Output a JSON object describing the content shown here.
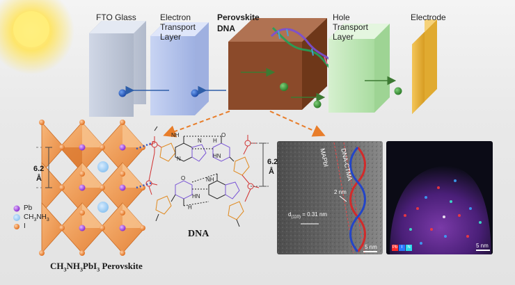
{
  "layers": {
    "fto": "FTO Glass",
    "etl_1": "Electron",
    "etl_2": "Transport",
    "etl_3": "Layer",
    "perov_1": "Perovskite",
    "perov_2": "DNA",
    "htl_1": "Hole",
    "htl_2": "Transport",
    "htl_3": "Layer",
    "electrode": "Electrode"
  },
  "perovskite": {
    "spacing_value": "6.2",
    "spacing_unit": "Å",
    "legend": {
      "pb": "Pb",
      "ch3nh3_base": "CH",
      "ch3nh3_sub1": "3",
      "ch3nh3_mid": "NH",
      "ch3nh3_sub2": "3",
      "iodide": "I"
    },
    "caption": {
      "p1": "CH",
      "s1": "3",
      "p2": "NH",
      "s2": "3",
      "p3": "PbI",
      "s3": "3",
      "p4": " Perovskite"
    }
  },
  "dna": {
    "label": "DNA",
    "spacing_value": "6.2",
    "spacing_unit": "Å",
    "atoms": {
      "nh2_a": "NH",
      "n_a": "N",
      "n_b": "N",
      "o_a": "O",
      "h_a": "H",
      "hn_a": "HN",
      "nh2_b": "NH",
      "o_b": "O",
      "hn_b": "HN",
      "h_b": "H",
      "p": "P"
    }
  },
  "tem": {
    "label_mapbi3": "MAPbI",
    "label_dna_ctma": "DNA-CTMA",
    "label_dspacing": "d",
    "label_dspacing_sub": "(110)",
    "label_dspacing_val": "= 0.31 nm",
    "label_thickness": "2 nm",
    "scale_bar": "5 nm"
  },
  "eds": {
    "scale_bar": "5 nm",
    "legend_1": "Pb",
    "legend_2": "I",
    "legend_3": "N"
  },
  "colors": {
    "perovskite_block": "#8b4a2a",
    "etl_panel": "#b8c6ee",
    "htl_panel": "#c3e8bc",
    "electrode_panel": "#e8b43a",
    "octahedra": "#f2a15c",
    "arrow_blue": "#2e5ea8",
    "arrow_green": "#3d7a33",
    "dashed_orange": "#e87d2a"
  }
}
